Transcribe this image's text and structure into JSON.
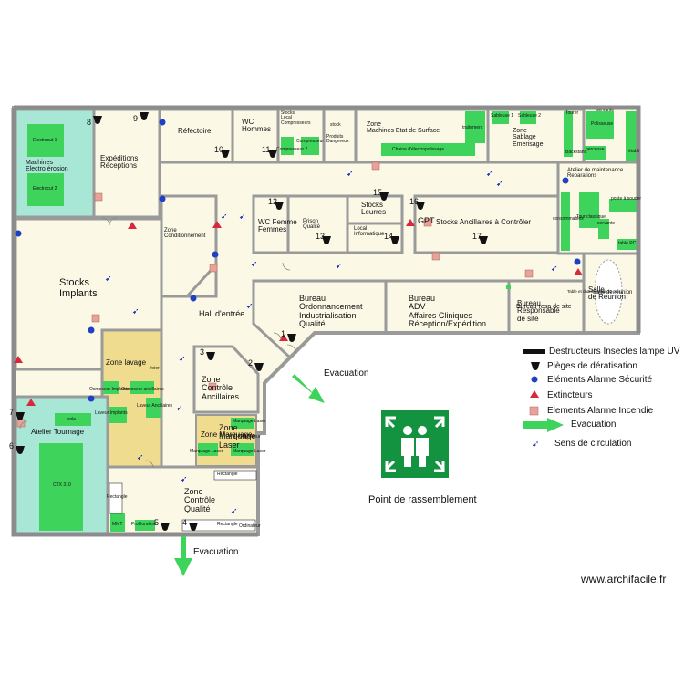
{
  "rooms": {
    "electro": "Machines\nElectro érosion",
    "electro_1": "Electrocut 1",
    "electro_2": "Electrocut 2",
    "expeditions": "Expéditions\nRéceptions",
    "refectoire": "Réfectoire",
    "wc_hommes": "WC\nHommes",
    "stocks_local": "Stocks\nLocal\nCompresseurs",
    "compresseur": "Compresseur",
    "compresseur2": "Compresseur 2",
    "stock": "stock",
    "produits_dangereux": "Produits\nDangereux",
    "etat_surface": "Zone\nMachines Etat de Surface",
    "chaine_electropolissage": "Chaine d'électropolissage",
    "traitement": "traitement",
    "sablage": "Zone\nSablage\nEmerisage",
    "sableuse1": "Sableuse 1",
    "sableuse2": "Sableuse 2",
    "tourer": "Tourer",
    "polisseuse": "Polisseuse",
    "servante": "servante",
    "atelier_maintenance": "Atelier de maintenance\nReparations",
    "backstand": "Backstand",
    "perceuse": "perceuse",
    "etabli": "établi",
    "poste_souder": "poste à souder",
    "tour_classique": "Tour classique",
    "servante2": "servante",
    "table_pc": "table PC",
    "conso": "consommables",
    "stocks_implants": "Stocks\nImplants",
    "zone_conditionnement": "Zone\nConditionnement",
    "wc_femmes": "WC Femme\nFemmes",
    "prison": "Prison\nQualité",
    "stocks_leurres": "Stocks\nLeurres",
    "local_info": "Local\nInformatique",
    "stocks_ancillaires": "Stocks Ancillaires à Contrôler",
    "hall": "Hall d'entrée",
    "bureau_ordo": "Bureau\nOrdonnancement\nIndustrialisation\nQualité",
    "bureau_adv": "Bureau\nADV\nAffaires Cliniques\nRéception/Expédition",
    "bureau_resp": "Bureau\nResponsable\nde site",
    "bureau_resp_over": "Bureau resp de site",
    "salle_reunion": "Salle\nde Réunion",
    "salle_reunion_over": "Salle de réunion",
    "table_reunion": "Table et chaises pour 10 pers.",
    "zone_lavage": "Zone lavage",
    "osmoseur1": "Osmoseur Implants",
    "osmoseur2": "Osmoseur ancillaires",
    "laveur_implants": "Laveur Implants",
    "laveur_ancillaires": "Laveur Ancillaires",
    "evier": "évier",
    "zone_controle_anc": "Zone\nContrôle\nAncillaires",
    "zone_marquage": "Zone\nMarquage\nLaser",
    "zone_marquage_over": "Zone Marquage",
    "marquage_laser1": "Marquage Laser",
    "marquage_laser2": "Marquage Laser",
    "marquage_laser3": "Marquage Laser",
    "ordinateur": "Ordinateur",
    "atelier_tournage": "Atelier Tournage",
    "sole": "sole",
    "ctx": "CTX 310",
    "zone_controle_qual": "Zone\nContrôle\nQualité",
    "rectangle1": "Rectangle",
    "rectangle2": "Rectangle",
    "rectangle3": "Rectangle",
    "mmt": "MMT",
    "profilometre": "Profilomètre",
    "ordinateur2": "Ordinateur",
    "gpt": "GPT"
  },
  "trap_numbers": [
    "1",
    "2",
    "3",
    "4",
    "5",
    "6",
    "7",
    "8",
    "9",
    "10",
    "11",
    "12",
    "13",
    "14",
    "15",
    "16",
    "17"
  ],
  "evacuation_label_1": "Evacuation",
  "evacuation_label_2": "Evacuation",
  "assembly_label": "Point de rassemblement",
  "legend": {
    "destructeurs": "Destructeurs Insectes lampe UV",
    "pieges": "Pièges de dératisation",
    "alarme_securite": "Eléments Alarme Sécurité",
    "extincteurs": "Extincteurs",
    "alarme_incendie": "Elements Alarme Incendie",
    "evacuation": "Evacuation",
    "circulation": "Sens de circulation"
  },
  "watermark": "www.archifacile.fr",
  "colors": {
    "wall": "#9a9a9a",
    "floor": "#fbf8e6",
    "electro_floor": "#a8e6d6",
    "lavage_floor": "#efdc8f",
    "machine": "#3ed35a",
    "evac": "#3ed35a",
    "alarm_blue": "#1f3fc4",
    "extinct_red": "#d8283a",
    "incendie_fill": "#e7a39a",
    "trap": "#111111",
    "arrow_blue": "#2433b8",
    "assembly_green": "#13933f"
  }
}
